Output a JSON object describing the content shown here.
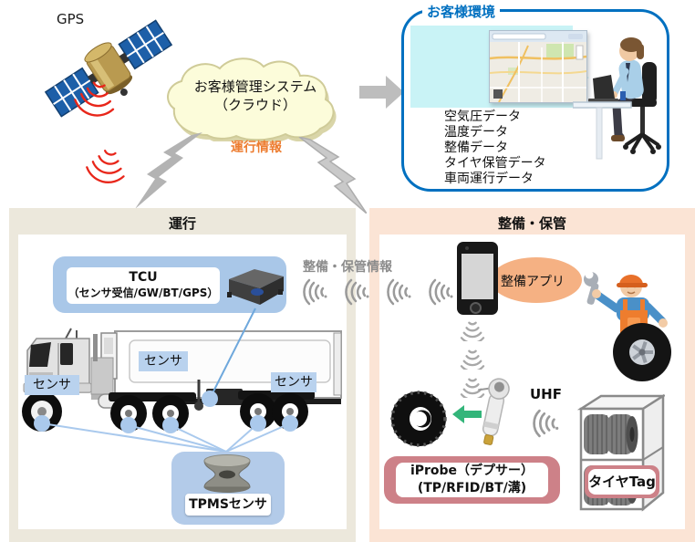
{
  "top": {
    "gps_label": "GPS",
    "cloud_line1": "お客様管理システム",
    "cloud_line2": "（クラウド）",
    "unkou_info": "運行情報",
    "customer_env_title": "お客様環境",
    "data_list": [
      "空気圧データ",
      "温度データ",
      "整備データ",
      "タイヤ保管データ",
      "車両運行データ"
    ]
  },
  "operation": {
    "title": "運行",
    "tcu_line1": "TCU",
    "tcu_line2": "（センサ受信/GW/BT/GPS）",
    "sensor_label": "センサ",
    "tpms_label": "TPMSセンサ"
  },
  "maintenance": {
    "title": "整備・保管",
    "info_label": "整備・保管情報",
    "app_label": "整備アプリ",
    "uhf_label": "UHF",
    "iprobe_line1": "iProbe（デプサー）",
    "iprobe_line2": "(TP/RFID/BT/溝)",
    "tire_tag": "タイヤTag"
  },
  "colors": {
    "customer_border_blue": "#0070c0",
    "light_blue_box": "#a9c7e8",
    "sensor_tag_blue": "#b9d2ee",
    "operation_bg_beige": "#ece8dc",
    "maintenance_bg_peach": "#fbe4d5",
    "pink_box": "#cd8188",
    "app_ellipse_orange": "#f5b183",
    "unkou_text_orange": "#ed7d31",
    "gray_signal": "#a0a0a0",
    "red_signal": "#e8261a",
    "green_arrow": "#33b57a",
    "cloud_fill": "#fcfcda"
  }
}
